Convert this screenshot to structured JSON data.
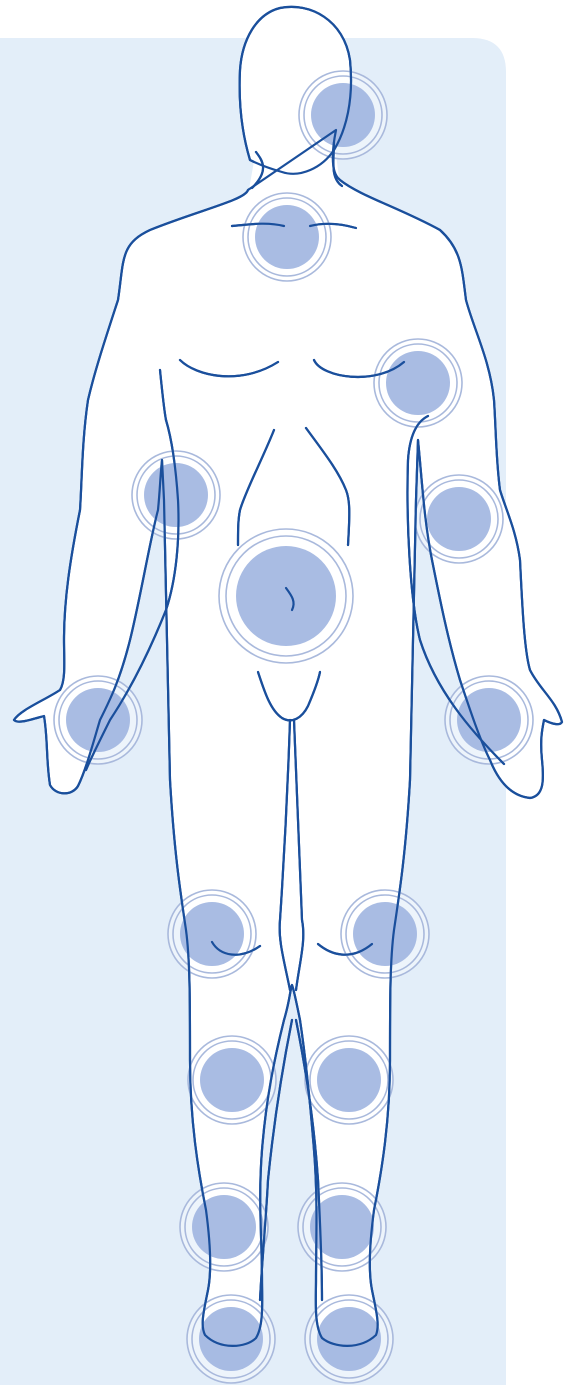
{
  "colors": {
    "page_background": "#ffffff",
    "panel_background": "#e3eef9",
    "body_fill": "#ffffff",
    "outline": "#1a4f9c",
    "hotspot_fill": "#9db3df",
    "hotspot_ring": "#a9b9dc"
  },
  "hotspots": [
    {
      "id": "head",
      "size": "normal"
    },
    {
      "id": "neck",
      "size": "normal"
    },
    {
      "id": "left-shoulder",
      "size": "normal"
    },
    {
      "id": "right-upper-arm",
      "size": "normal"
    },
    {
      "id": "left-upper-arm",
      "size": "normal"
    },
    {
      "id": "abdomen",
      "size": "large"
    },
    {
      "id": "right-hand",
      "size": "normal"
    },
    {
      "id": "left-hand",
      "size": "normal"
    },
    {
      "id": "right-knee",
      "size": "normal"
    },
    {
      "id": "left-knee",
      "size": "normal"
    },
    {
      "id": "right-shin",
      "size": "normal"
    },
    {
      "id": "left-shin",
      "size": "normal"
    },
    {
      "id": "right-ankle",
      "size": "normal"
    },
    {
      "id": "left-ankle",
      "size": "normal"
    },
    {
      "id": "right-foot",
      "size": "normal"
    },
    {
      "id": "left-foot",
      "size": "normal"
    }
  ]
}
